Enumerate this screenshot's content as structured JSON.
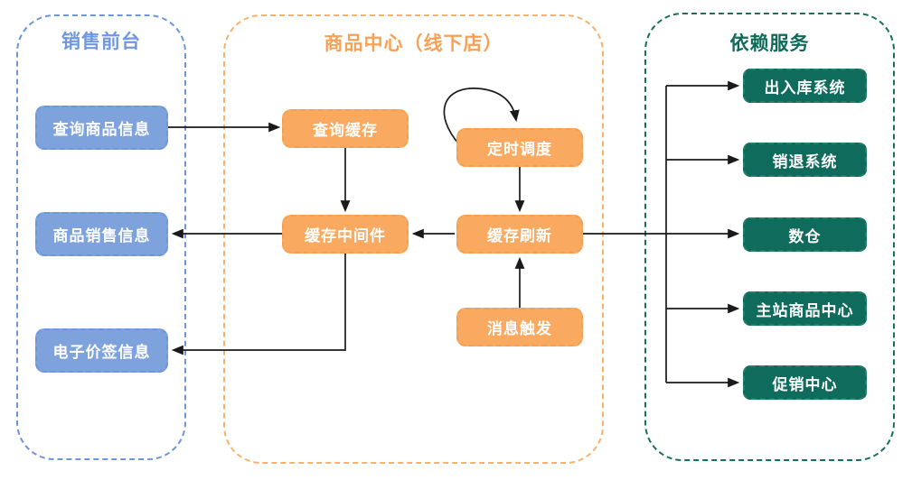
{
  "diagram": {
    "groups": [
      {
        "title": "销售前台",
        "nodes": [
          {
            "label": "查询商品信息"
          },
          {
            "label": "商品销售信息"
          },
          {
            "label": "电子价签信息"
          }
        ]
      },
      {
        "title": "商品中心（线下店）",
        "nodes": [
          {
            "label": "查询缓存"
          },
          {
            "label": "定时调度"
          },
          {
            "label": "缓存中间件"
          },
          {
            "label": "缓存刷新"
          },
          {
            "label": "消息触发"
          }
        ]
      },
      {
        "title": "依赖服务",
        "nodes": [
          {
            "label": "出入库系统"
          },
          {
            "label": "销退系统"
          },
          {
            "label": "数仓"
          },
          {
            "label": "主站商品中心"
          },
          {
            "label": "促销中心"
          }
        ]
      }
    ],
    "edges": [
      {
        "from": "查询商品信息",
        "to": "查询缓存"
      },
      {
        "from": "查询缓存",
        "to": "缓存中间件"
      },
      {
        "from": "定时调度",
        "to": "定时调度",
        "type": "self-loop"
      },
      {
        "from": "定时调度",
        "to": "缓存刷新"
      },
      {
        "from": "缓存刷新",
        "to": "缓存中间件"
      },
      {
        "from": "消息触发",
        "to": "缓存刷新"
      },
      {
        "from": "缓存中间件",
        "to": "商品销售信息"
      },
      {
        "from": "缓存中间件",
        "to": "电子价签信息"
      },
      {
        "from": "缓存刷新",
        "to": "数仓"
      },
      {
        "from": "缓存刷新",
        "to": "出入库系统"
      },
      {
        "from": "缓存刷新",
        "to": "销退系统"
      },
      {
        "from": "缓存刷新",
        "to": "主站商品中心"
      },
      {
        "from": "缓存刷新",
        "to": "促销中心"
      }
    ],
    "colors": {
      "sales_fill": "#7da2dc",
      "sales_border": "#6c96d8",
      "sales_title": "#7098de",
      "product_fill": "#f9aa60",
      "product_border": "#f8b26b",
      "product_title": "#f8a155",
      "services_fill": "#0f6b5b",
      "services_border": "#1a6e5e",
      "services_title": "#0e6b59",
      "arrow": "#1a1a1a"
    }
  }
}
